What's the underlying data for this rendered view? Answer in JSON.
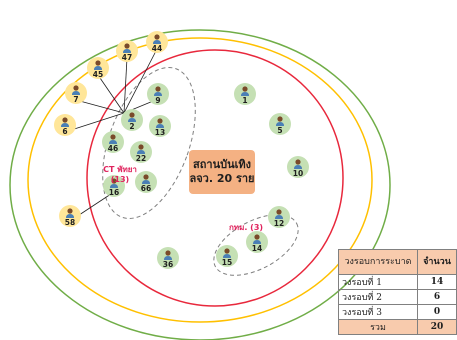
{
  "center": {
    "line1": "สถานบันเทิง",
    "line2": "ลจว. 20 ราย"
  },
  "clusters": {
    "ct": {
      "line1": "CT พัทยา",
      "line2": "(13)"
    },
    "kmm": {
      "line1": "กทม. (3)"
    }
  },
  "nodes": [
    "44",
    "47",
    "45",
    "7",
    "6",
    "9",
    "2",
    "13",
    "46",
    "22",
    "16",
    "66",
    "58",
    "1",
    "5",
    "10",
    "12",
    "14",
    "15",
    "36"
  ],
  "legend": {
    "header": {
      "c1": "วงรอบการระบาด",
      "c2": "จำนวน"
    },
    "rows": [
      {
        "c1": "วงรอบที่ 1",
        "c2": "14"
      },
      {
        "c1": "วงรอบที่ 2",
        "c2": "6"
      },
      {
        "c1": "วงรอบที่ 3",
        "c2": "0"
      }
    ],
    "total": {
      "c1": "รวม",
      "c2": "20"
    }
  },
  "colors": {
    "outer_ring": "#70ad47",
    "middle_ring": "#ffc000",
    "inner_ring": "#e8283c",
    "ring2_node": "#ffe699",
    "ring1_node": "#c5e0b4",
    "person": "#4a7fb5",
    "center_fill": "#f4b183",
    "legend_head": "#f8cbad"
  }
}
